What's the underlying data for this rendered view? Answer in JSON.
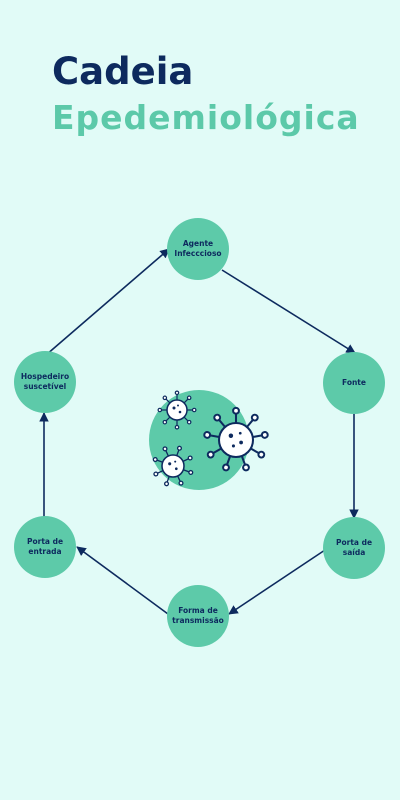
{
  "title": {
    "line1": "Cadeia",
    "line2": "Epedemiológica"
  },
  "nodes": [
    {
      "id": "agente",
      "label": "Agente Infecccioso"
    },
    {
      "id": "fonte",
      "label": "Fonte"
    },
    {
      "id": "saida",
      "label": "Porta de saída"
    },
    {
      "id": "transmissao",
      "label": "Forma de transmissão"
    },
    {
      "id": "entrada",
      "label": "Porta de entrada"
    },
    {
      "id": "hospedeiro",
      "label": "Hospedeiro suscetível"
    }
  ],
  "colors": {
    "background": "#e1fbf7",
    "navy": "#0d2a5e",
    "teal": "#5dcaa9"
  },
  "center_illustration": "virus-icon"
}
